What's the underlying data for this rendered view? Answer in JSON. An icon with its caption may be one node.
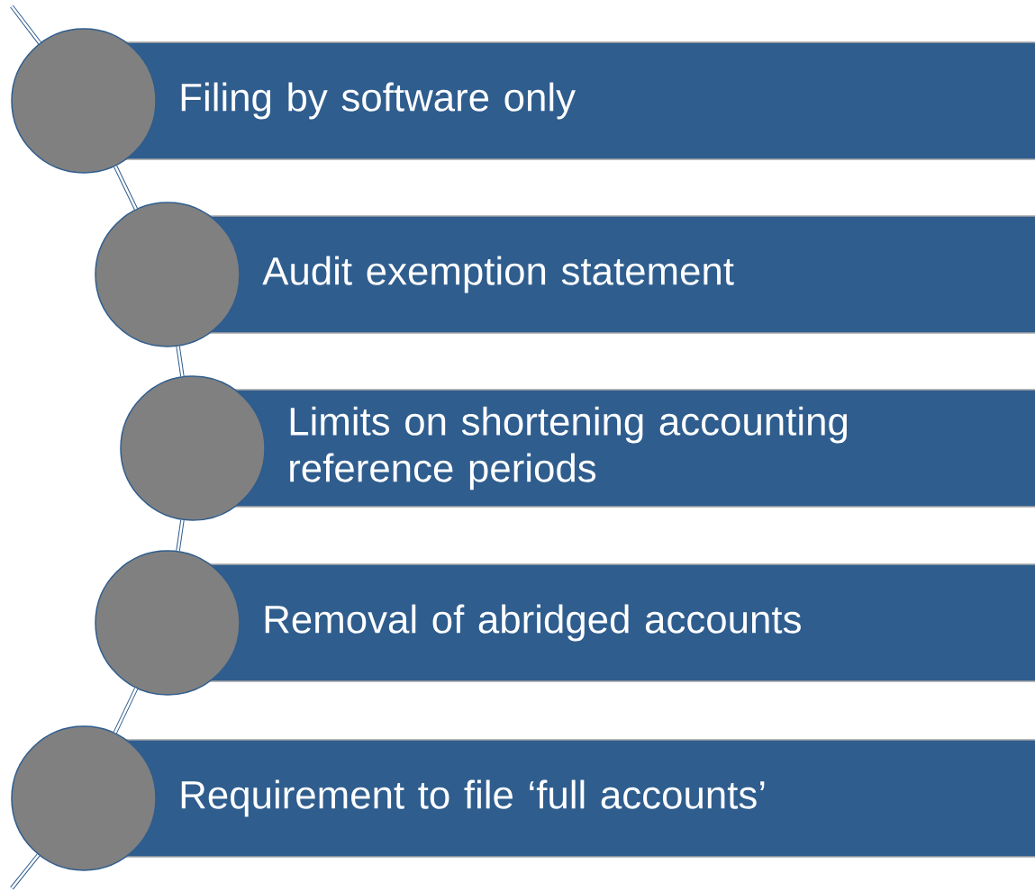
{
  "diagram": {
    "nodes": [
      {
        "text": [
          "Filing by software only"
        ]
      },
      {
        "text": [
          "Audit exemption statement"
        ]
      },
      {
        "text": [
          "Limits on shortening accounting reference periods"
        ]
      },
      {
        "text": [
          "Removal of abridged accounts"
        ]
      },
      {
        "text": [
          "Requirement to file ‘full accounts’"
        ]
      },
      {
        "text": [],
        "shape": "circle"
      },
      {
        "text": [],
        "shape": "circle"
      },
      {
        "text": [],
        "shape": "circle"
      },
      {
        "text": [],
        "shape": "circle"
      },
      {
        "text": [],
        "shape": "circle"
      }
    ],
    "edges": [
      {
        "from": null,
        "to": 5,
        "arrow": "none"
      },
      {
        "from": 5,
        "to": 6,
        "arrow": "none"
      },
      {
        "from": 6,
        "to": 7,
        "arrow": "none"
      },
      {
        "from": 7,
        "to": 8,
        "arrow": "none"
      },
      {
        "from": 8,
        "to": 9,
        "arrow": "none"
      },
      {
        "from": 9,
        "to": null,
        "arrow": "none"
      }
    ]
  }
}
